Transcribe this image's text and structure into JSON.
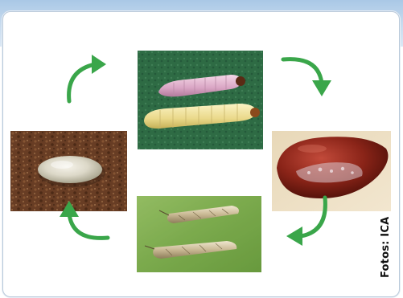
{
  "credit": "Fotos: ICA",
  "stages": [
    {
      "id": "egg",
      "name": "egg-photo"
    },
    {
      "id": "larvae",
      "name": "larvae-photo"
    },
    {
      "id": "pupa",
      "name": "pupa-photo"
    },
    {
      "id": "adults",
      "name": "adult-moths-photo"
    }
  ],
  "colors": {
    "arrow": "#3aa64a",
    "header": "#b7d1ea",
    "border": "#b9c9da"
  }
}
